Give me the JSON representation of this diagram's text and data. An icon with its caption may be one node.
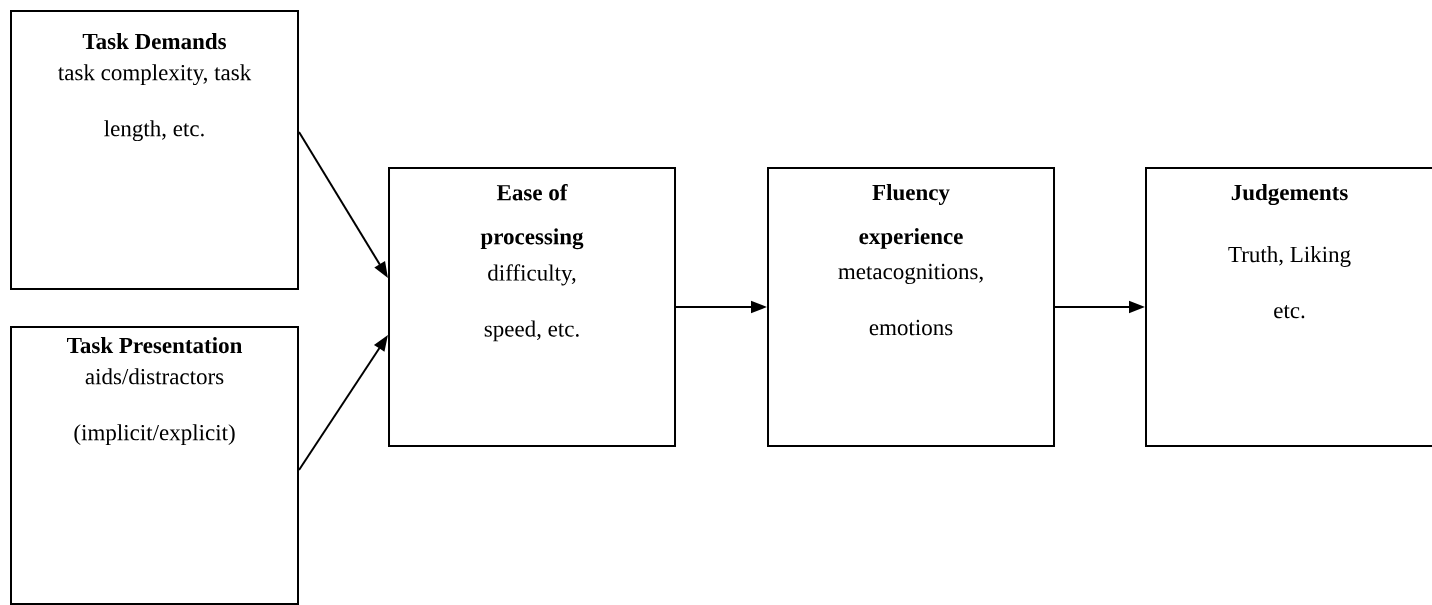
{
  "diagram": {
    "nodes": [
      {
        "text": [
          "Task Demands",
          "task complexity, task length, etc."
        ]
      },
      {
        "text": [
          "Task Presentation",
          "aids/distractors (implicit/explicit)"
        ]
      },
      {
        "text": [
          "Ease of processing",
          "difficulty, speed, etc."
        ]
      },
      {
        "text": [
          "Fluency experience",
          "metacognitions, emotions"
        ]
      },
      {
        "text": [
          "Judgements",
          "Truth, Liking etc."
        ]
      }
    ],
    "edges": [
      {
        "from": 0,
        "to": 2,
        "arrow": "to"
      },
      {
        "from": 1,
        "to": 2,
        "arrow": "to"
      },
      {
        "from": 2,
        "to": 3,
        "arrow": "to"
      },
      {
        "from": 3,
        "to": 4,
        "arrow": "to"
      }
    ]
  }
}
